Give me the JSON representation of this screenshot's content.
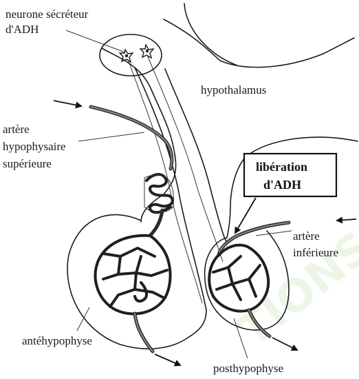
{
  "labels": {
    "neurone": [
      "neurone sécréteur",
      "d'ADH"
    ],
    "hypothalamus": "hypothalamus",
    "artere_sup": [
      "artère",
      "hypophysaire",
      "supérieure"
    ],
    "liberation": [
      "libération",
      "d'ADH"
    ],
    "artere_inf": [
      "artère",
      "inférieure"
    ],
    "antehypophyse": "antéhypophyse",
    "posthypophyse": "posthypophyse"
  },
  "colors": {
    "ink": "#1a1a1a",
    "watermark": "#9fd07a"
  }
}
